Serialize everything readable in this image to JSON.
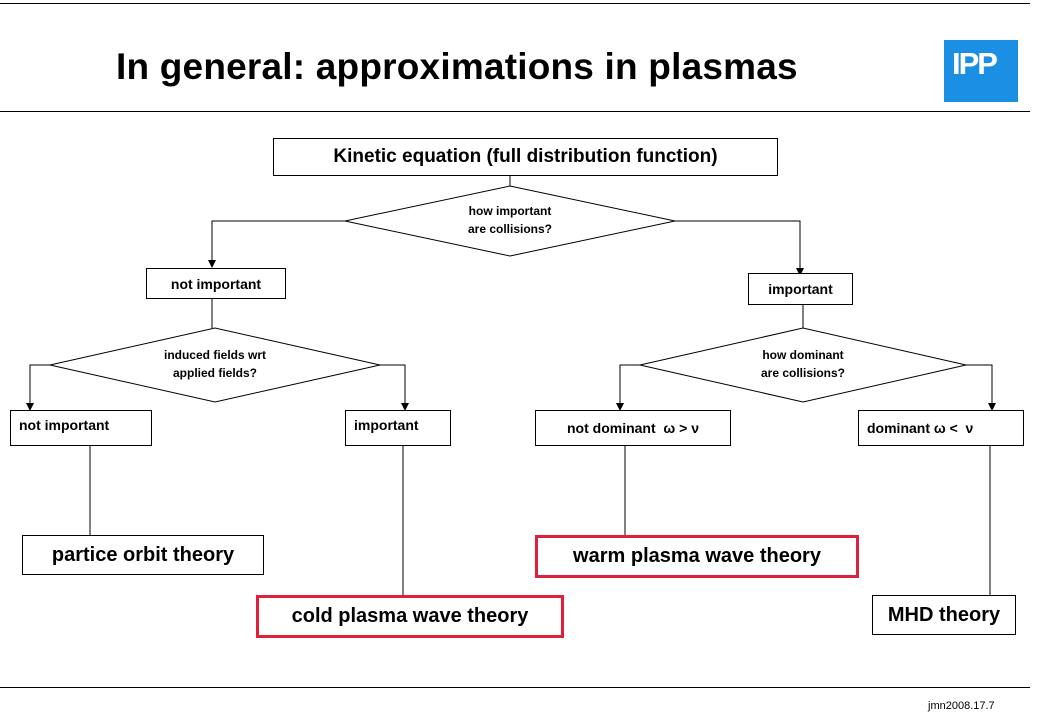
{
  "slide": {
    "title": "In general: approximations in plasmas",
    "logo_text": "IPP",
    "footer": "jmn2008.17.7",
    "accent_color": "#e0203a",
    "logo_color": "#1a8fe3"
  },
  "flowchart": {
    "root": "Kinetic equation (full distribution function)",
    "decision_collisions": [
      "how important",
      "are collisions?"
    ],
    "collisions_not_important": "not important",
    "collisions_important": "important",
    "decision_fields": [
      "induced fields wrt",
      "applied fields?"
    ],
    "decision_dominance": [
      "how dominant",
      "are collisions?"
    ],
    "fields_not_important": "not important",
    "fields_important": "important",
    "not_dominant": "not dominant  ω > ν",
    "dominant": "dominant ω <  ν",
    "particle_orbit": "partice orbit theory",
    "cold_plasma": "cold plasma wave theory",
    "warm_plasma": "warm plasma wave theory",
    "mhd": "MHD theory"
  }
}
